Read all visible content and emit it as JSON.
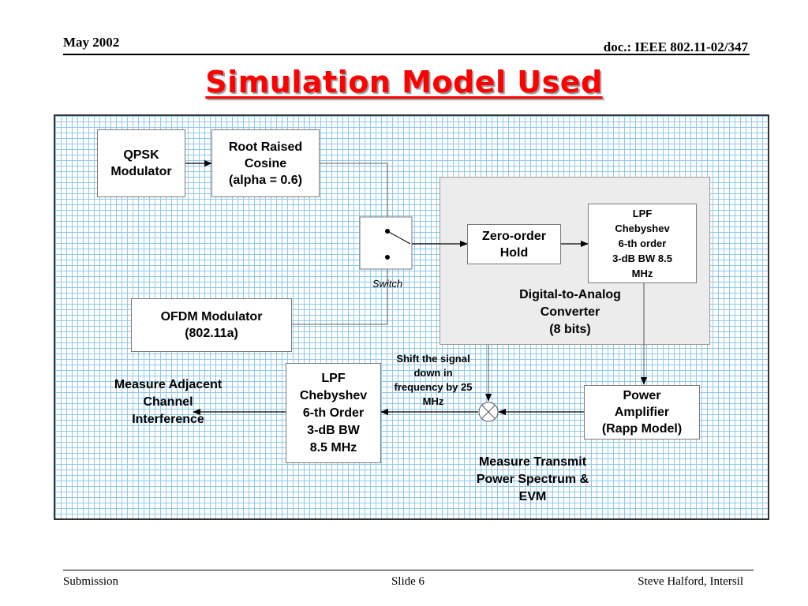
{
  "header": {
    "date": "May 2002",
    "doc": "doc.: IEEE 802.11-02/347"
  },
  "slide_title": "Simulation Model Used",
  "diagram": {
    "qpsk": [
      "QPSK",
      "Modulator"
    ],
    "rrc": [
      "Root Raised",
      "Cosine",
      "(alpha = 0.6)"
    ],
    "switch_label": "Switch",
    "ofdm": [
      "OFDM Modulator",
      "(802.11a)"
    ],
    "zoh": [
      "Zero-order",
      "Hold"
    ],
    "lpf_dac": [
      "LPF",
      "Chebyshev",
      "6-th order",
      "3-dB BW 8.5",
      "MHz"
    ],
    "dac": [
      "Digital-to-Analog",
      "Converter",
      "(8 bits)"
    ],
    "shift": [
      "Shift the signal",
      "down in",
      "frequency by 25",
      "MHz"
    ],
    "pa": [
      "Power",
      "Amplifier",
      "(Rapp Model)"
    ],
    "lpf_rx": [
      "LPF",
      "Chebyshev",
      "6-th Order",
      "3-dB BW",
      "8.5 MHz"
    ],
    "aci": [
      "Measure Adjacent",
      "Channel",
      "Interference"
    ],
    "tx": [
      "Measure Transmit",
      "Power Spectrum &",
      "EVM"
    ]
  },
  "footer": {
    "left": "Submission",
    "center": "Slide 6",
    "right": "Steve Halford, Intersil"
  }
}
